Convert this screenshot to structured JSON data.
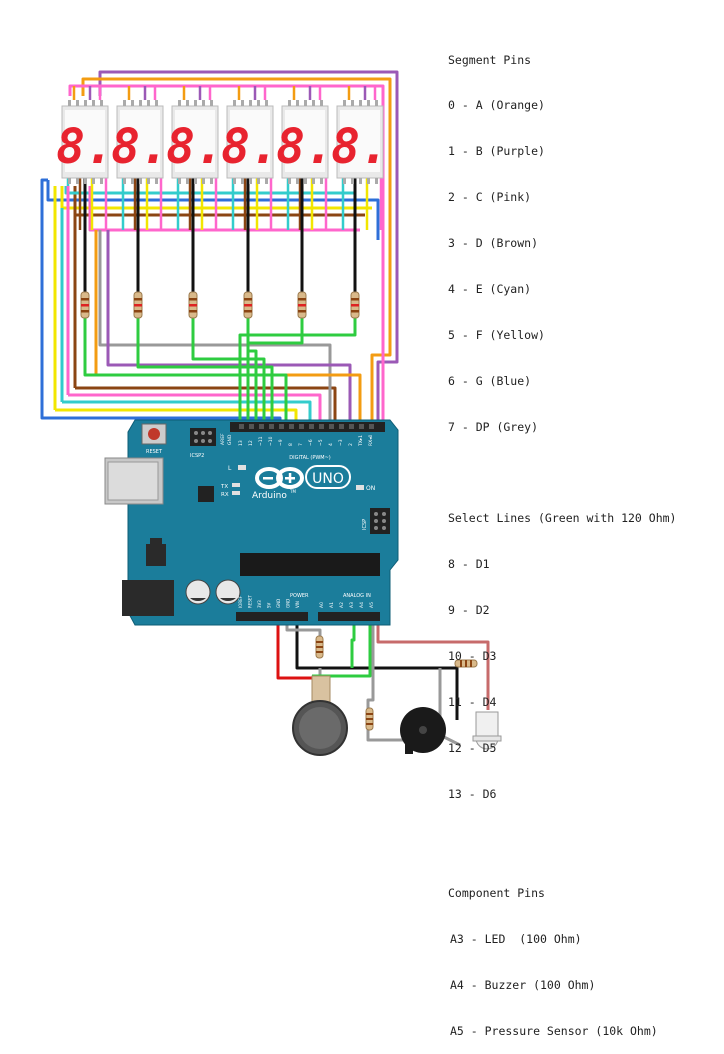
{
  "legend": {
    "segment_title": "Segment Pins",
    "segments": [
      "0 - A (Orange)",
      "1 - B (Purple)",
      "2 - C (Pink)",
      "3 - D (Brown)",
      "4 - E (Cyan)",
      "5 - F (Yellow)",
      "6 - G (Blue)",
      "7 - DP (Grey)"
    ],
    "select_title": "Select Lines (Green with 120 Ohm)",
    "selects": [
      "8 - D1",
      "9 - D2",
      "10 - D3",
      "11 - D4",
      "12 - D5",
      "13 - D6"
    ],
    "component_title": "Component Pins",
    "components": [
      "A3 - LED  (100 Ohm)",
      "A4 - Buzzer (100 Ohm)",
      "A5 - Pressure Sensor (10k Ohm)"
    ]
  },
  "board": {
    "brand": "Arduino",
    "model": "UNO",
    "tm": "TM",
    "reset_label": "RESET",
    "icsp2_label": "ICSP2",
    "icsp_label": "ICSP",
    "digital_label": "DIGITAL (PWM~)",
    "power_label": "POWER",
    "analog_label": "ANALOG IN",
    "on_label": "ON",
    "l_label": "L",
    "tx_label": "TX",
    "rx_label": "RX",
    "aref_gnd": [
      "AREF",
      "GND"
    ],
    "digital_pins": [
      "13",
      "12",
      "~11",
      "~10",
      "~9",
      "8",
      "7",
      "~6",
      "~5",
      "4",
      "~3",
      "2",
      "TX▸1",
      "RX◂0"
    ],
    "power_pins": [
      "IOREF",
      "RESET",
      "3V3",
      "5V",
      "GND",
      "GND",
      "VIN"
    ],
    "analog_pins": [
      "A0",
      "A1",
      "A2",
      "A3",
      "A4",
      "A5"
    ]
  },
  "displays": {
    "digit_glyph": "8."
  },
  "colors": {
    "orange": "#f39c12",
    "purple": "#9b59b6",
    "pink": "#ff66cc",
    "brown": "#8b4513",
    "cyan": "#33cccc",
    "yellow": "#f2e600",
    "blue": "#2e6fd8",
    "grey": "#999999",
    "green": "#2ecc40",
    "red": "#dd1111",
    "black": "#111111",
    "board": "#1b7d9b",
    "display_red": "#e8232f"
  }
}
